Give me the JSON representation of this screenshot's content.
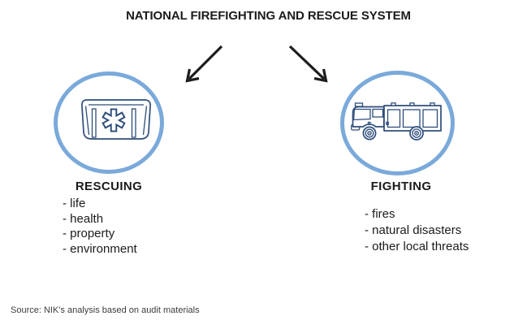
{
  "title": "NATIONAL FIREFIGHTING AND RESCUE SYSTEM",
  "branches": [
    {
      "label": "RESCUING",
      "icon": "ambulance-rescue-icon",
      "items": [
        "- life",
        "- health",
        "- property",
        "- environment"
      ]
    },
    {
      "label": "FIGHTING",
      "icon": "fire-truck-icon",
      "items": [
        "- fires",
        "- natural disasters",
        "- other local threats"
      ]
    }
  ],
  "source": "Source: NIK's analysis based on audit materials",
  "colors": {
    "circle_blue": "#7aa9da",
    "icon_navy": "#2e4d7b",
    "arrow_black": "#1c1c1c",
    "text_dark": "#1b1b1b",
    "source_gray": "#3c3c3c"
  }
}
